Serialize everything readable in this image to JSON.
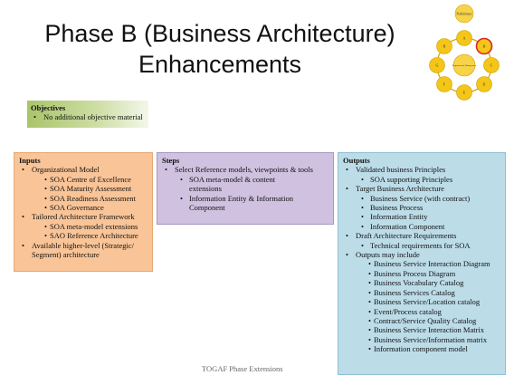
{
  "slide": {
    "title_line1": "Phase B (Business Architecture)",
    "title_line2": "Enhancements",
    "footer": "TOGAF Phase Extensions"
  },
  "objectives": {
    "heading": "Objectives",
    "items": [
      "No additional objective material"
    ]
  },
  "inputs": {
    "heading": "Inputs",
    "items": [
      "Organizational Model",
      "SOA Centre of Excellence",
      "SOA Maturity Assessment",
      "SOA Readiness Assessment",
      "SOA Governance",
      "Tailored Architecture Framework",
      "SOA meta-model extensions",
      "SAO Reference Architecture",
      "Available higher-level (Strategic/",
      "Segment) architecture"
    ]
  },
  "steps": {
    "heading": "Steps",
    "items": [
      "Select Reference models, viewpoints & tools",
      "SOA meta-model & content",
      "extensions",
      "Information Entity & Information",
      "Component"
    ]
  },
  "outputs": {
    "heading": "Outputs",
    "items": [
      "Validated business Principles",
      "SOA supporting Principles",
      "Target Business Architecture",
      "Business Service (with contract)",
      "Business Process",
      "Information Entity",
      "Information Component",
      "Draft Architecture Requirements",
      "Technical requirements  for SOA",
      "Outputs may include",
      "Business Service Interaction Diagram",
      "Business Process Diagram",
      "Business Vocabulary Catalog",
      "Business Services Catalog",
      "Business Service/Location catalog",
      "Event/Process catalog",
      "Contract/Service Quality Catalog",
      "Business Service Interaction Matrix",
      "Business Service/Information matrix",
      "Information component model"
    ]
  },
  "cycle": {
    "top_label": "Preliminary",
    "center_label": "Requirements Management",
    "phases": [
      "A",
      "B",
      "C",
      "D",
      "E",
      "F",
      "G",
      "H"
    ],
    "ring_color": "#f5c518",
    "highlight_color": "#d62828"
  }
}
